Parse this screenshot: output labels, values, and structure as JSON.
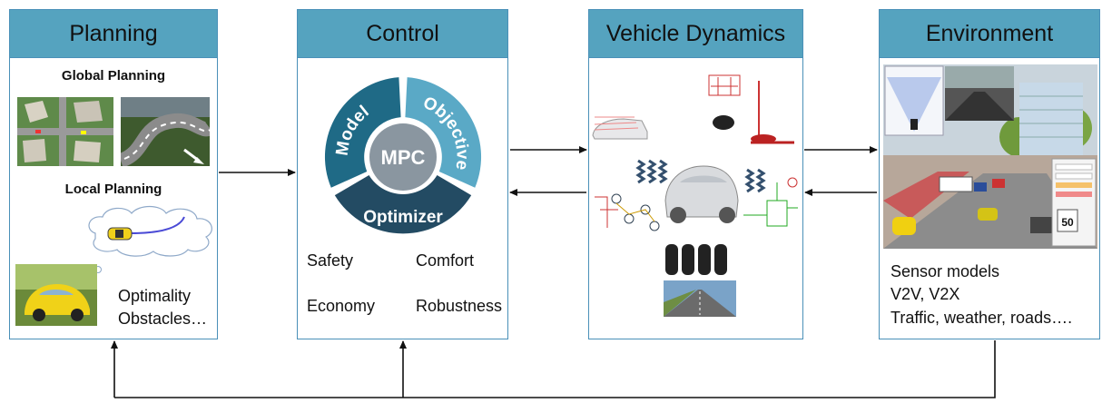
{
  "blocks": {
    "planning": {
      "title": "Planning",
      "global_label": "Global Planning",
      "local_label": "Local Planning",
      "notes": [
        "Optimality",
        "Obstacles…"
      ]
    },
    "control": {
      "title": "Control",
      "ring": {
        "center": "MPC",
        "segments": [
          "Model",
          "Objective",
          "Optimizer"
        ]
      },
      "properties": [
        "Safety",
        "Comfort",
        "Economy",
        "Robustness"
      ]
    },
    "vehicle_dynamics": {
      "title": "Vehicle Dynamics"
    },
    "environment": {
      "title": "Environment",
      "speed_sign": "50",
      "notes": [
        "Sensor models",
        "V2V, V2X",
        "Traffic, weather, roads…."
      ]
    }
  },
  "colors": {
    "header": "#55a3bf",
    "border": "#4a90b8",
    "ring_dark": "#1f6a86",
    "ring_light": "#5aa9c6",
    "ring_navy": "#234b63",
    "ring_center": "#8a96a0"
  },
  "connections": [
    {
      "from": "Planning",
      "to": "Control"
    },
    {
      "from": "Control",
      "to": "Vehicle Dynamics"
    },
    {
      "from": "Vehicle Dynamics",
      "to": "Control"
    },
    {
      "from": "Environment",
      "to": "Vehicle Dynamics"
    },
    {
      "from": "Environment",
      "to": "Planning"
    },
    {
      "from": "Environment",
      "to": "Control"
    }
  ]
}
